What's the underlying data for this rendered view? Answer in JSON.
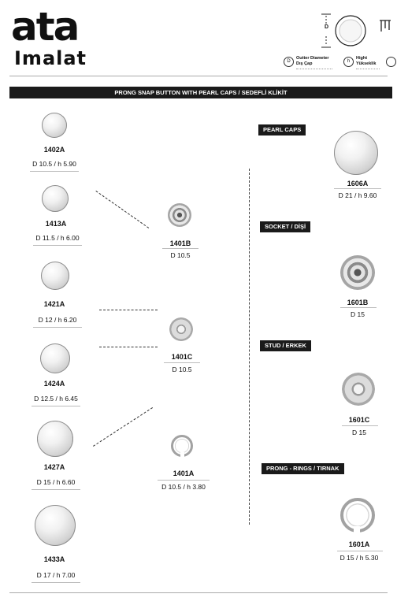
{
  "brand": {
    "name": "ata",
    "sub": "Imalat"
  },
  "legend": {
    "d_marker": "D",
    "outer": {
      "symbol": "D",
      "label_en": "Outter Diameter",
      "label_tr": "Dış Çap"
    },
    "height": {
      "symbol": "h",
      "label_en": "Hight",
      "label_tr": "Yükseklik"
    }
  },
  "page_title": "PRONG SNAP BUTTON WITH PEARL CAPS / SEDEFLİ KLİKİT",
  "sections": {
    "pearl_caps": "PEARL CAPS",
    "socket": "SOCKET / DİŞİ",
    "stud": "STUD / ERKEK",
    "prong": "PRONG - RINGS / TIRNAK"
  },
  "left_items": [
    {
      "code": "1402A",
      "dim": "D 10.5 / h 5.90"
    },
    {
      "code": "1413A",
      "dim": "D 11.5 / h 6.00"
    },
    {
      "code": "1421A",
      "dim": "D 12 / h 6.20"
    },
    {
      "code": "1424A",
      "dim": "D 12.5 / h 6.45"
    },
    {
      "code": "1427A",
      "dim": "D 15 / h 6.60"
    },
    {
      "code": "1433A",
      "dim": "D 17 / h 7.00"
    }
  ],
  "middle_items": [
    {
      "code": "1401B",
      "dim": "D 10.5"
    },
    {
      "code": "1401C",
      "dim": "D 10.5"
    },
    {
      "code": "1401A",
      "dim": "D 10.5 / h 3.80"
    }
  ],
  "right_items": [
    {
      "code": "1606A",
      "dim": "D 21 / h 9.60"
    },
    {
      "code": "1601B",
      "dim": "D 15"
    },
    {
      "code": "1601C",
      "dim": "D 15"
    },
    {
      "code": "1601A",
      "dim": "D 15 / h 5.30"
    }
  ],
  "colors": {
    "bar": "#1a1a1a",
    "text": "#111111",
    "pearl_edge": "#8d8d8d"
  }
}
